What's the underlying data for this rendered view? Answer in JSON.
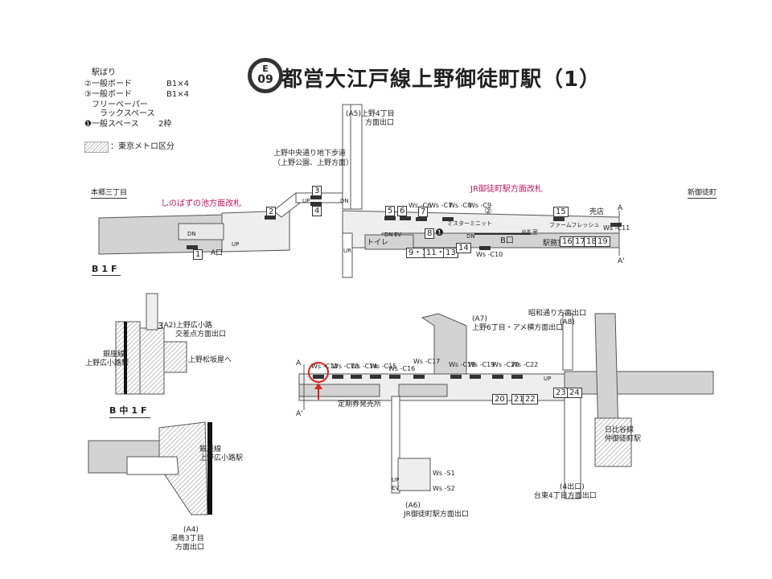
{
  "header": {
    "line_code": "E",
    "station_number": "09",
    "title": "都営大江戸線上野御徒町駅（1）"
  },
  "legend": {
    "heading": "駅ばり",
    "rows": [
      {
        "label": "②一般ボード",
        "value": "B1×4"
      },
      {
        "label": "③一般ボード",
        "value": "B1×4"
      },
      {
        "label": "フリーペーパー",
        "value": ""
      },
      {
        "label": "ラックスペース",
        "value": ""
      },
      {
        "label": "❶一般スペース",
        "value": "2枠"
      }
    ],
    "hatch_label": "：東京メトロ区分"
  },
  "b1f": {
    "floor_label": "B1F",
    "gate_left": "しのばずの池方面改札",
    "gate_right": "JR御徒町駅方面改札",
    "dir_left": "本郷三丁目",
    "dir_right": "新御徒町",
    "underpass": [
      "上野中央通り地下歩道",
      "（上野公園、上野方面）"
    ],
    "exit_a5": [
      "(A5)上野4丁目",
      "方面出口"
    ],
    "exit_a": "A口",
    "exit_b": "B口",
    "toilet": "トイレ",
    "ticket_gate": "出札室",
    "station_office": "駅務室",
    "shop": "売店",
    "farm_fresh": "ファームフレッシュ",
    "mister_minit": "ミスターミニット",
    "numbers": [
      "1",
      "2",
      "3",
      "4",
      "5",
      "6",
      "7",
      "8",
      "9・10",
      "11・12",
      "13",
      "14",
      "15",
      "16",
      "17",
      "18",
      "19"
    ],
    "ws_labels": [
      "Ws -C6",
      "Ws -C7",
      "Ws -C8",
      "Ws -C9",
      "Ws -C10",
      "Ws -C11"
    ],
    "board_2": "②",
    "space_1": "❶",
    "section_a": "A",
    "section_a2": "A'",
    "markers": {
      "dn": "DN",
      "up": "UP",
      "ev": "EV",
      "ur": "UR"
    }
  },
  "bm1f": {
    "floor_label": "B中1F",
    "exit_a2": [
      "(A2)上野広小路",
      "交差点方面出口"
    ],
    "ginza_line": [
      "銀座線",
      "上野広小路駅"
    ],
    "matsuzakaya": "上野松坂屋へ",
    "board_3": "3"
  },
  "a4_area": {
    "ginza_line": [
      "銀座線",
      "上野広小路駅"
    ],
    "exit_a4": [
      "(A4)",
      "湯島3丁目",
      "方面出口"
    ]
  },
  "lower": {
    "section_a": "A",
    "section_a2": "A'",
    "ws_labels": [
      "Ws -C12",
      "Ws -C13",
      "Ws -C14",
      "Ws -C15",
      "Ws -C16",
      "Ws -C17",
      "Ws -C18",
      "Ws -C19",
      "Ws -C20",
      "Ws -C22"
    ],
    "highlighted": "Ws -C12",
    "commuter_pass": "定期券発売所",
    "exit_a7": [
      "(A7)",
      "上野6丁目・アメ横方面出口"
    ],
    "exit_a8": [
      "昭和通り方面出口",
      "(A8)"
    ],
    "exit_a6": [
      "(A6)",
      "JR御徒町駅方面出口"
    ],
    "exit_4": [
      "(4出口)",
      "台東4丁目方面出口"
    ],
    "hibiya_line": [
      "日比谷線",
      "仲御徒町駅"
    ],
    "numbers": [
      "20",
      "21",
      "22",
      "23",
      "24"
    ],
    "ws_s": [
      "Ws -S1",
      "Ws -S2"
    ],
    "markers": {
      "up": "UP",
      "ev": "EV"
    }
  },
  "colors": {
    "gate_text": "#c2185b",
    "highlight": "#e02020",
    "platform_gray": "#d3d3d3",
    "ink": "#222222"
  }
}
